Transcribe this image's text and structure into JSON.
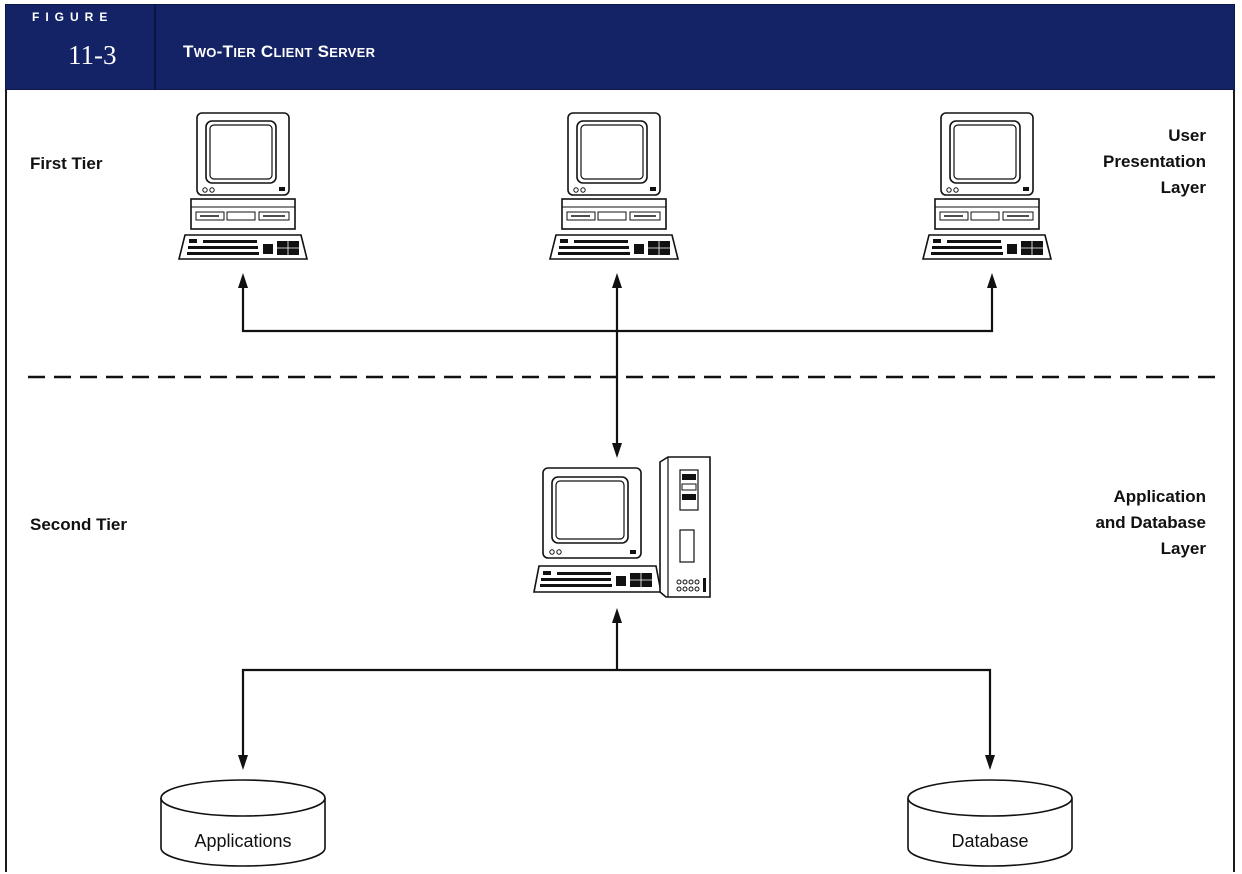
{
  "header": {
    "figure_word": "FIGURE",
    "figure_number": "11-3",
    "title_parts": [
      "T",
      "WO",
      "-T",
      "IER",
      " C",
      "LIENT",
      " S",
      "ERVER"
    ]
  },
  "tiers": {
    "first": "First Tier",
    "second": "Second Tier"
  },
  "layers": {
    "presentation": [
      "User",
      "Presentation",
      "Layer"
    ],
    "application": [
      "Application",
      "and Database",
      "Layer"
    ]
  },
  "stores": {
    "applications": "Applications",
    "database": "Database"
  }
}
